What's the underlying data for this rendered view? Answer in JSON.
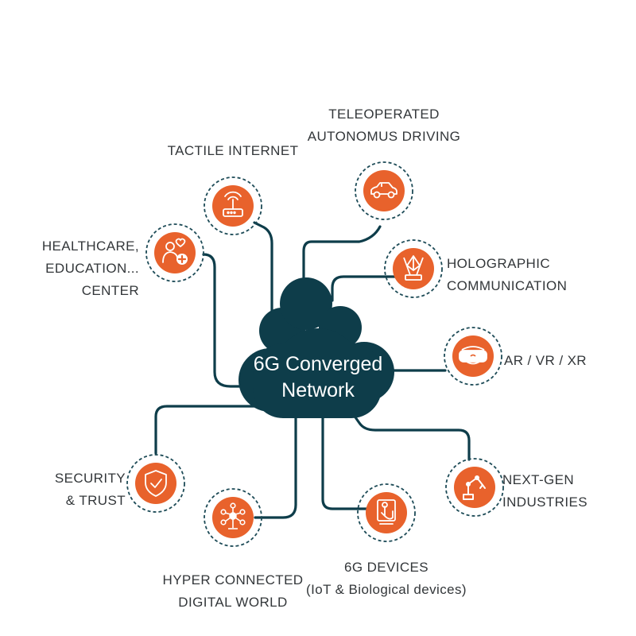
{
  "center": {
    "line1": "6G Converged",
    "line2": "Network"
  },
  "nodes": [
    {
      "id": "tactile-internet",
      "icon": "router-icon",
      "label": [
        "TACTILE INTERNET"
      ]
    },
    {
      "id": "teleoperated-driving",
      "icon": "car-icon",
      "label": [
        "TELEOPERATED",
        "AUTONOMUS DRIVING"
      ]
    },
    {
      "id": "healthcare",
      "icon": "doctor-icon",
      "label": [
        "HEALTHCARE,",
        "EDUCATION...",
        "CENTER"
      ]
    },
    {
      "id": "holographic",
      "icon": "hologram-icon",
      "label": [
        "HOLOGRAPHIC",
        "COMMUNICATION"
      ]
    },
    {
      "id": "ar-vr-xr",
      "icon": "vr-headset-icon",
      "label": [
        "AR / VR / XR"
      ]
    },
    {
      "id": "security",
      "icon": "shield-icon",
      "label": [
        "SECURITY",
        "& TRUST"
      ]
    },
    {
      "id": "next-gen",
      "icon": "robot-arm-icon",
      "label": [
        "NEXT-GEN",
        "INDUSTRIES"
      ]
    },
    {
      "id": "hyper-connected",
      "icon": "network-hub-icon",
      "label": [
        "HYPER CONNECTED",
        "DIGITAL WORLD"
      ]
    },
    {
      "id": "devices",
      "icon": "touch-device-icon",
      "label": [
        "6G DEVICES",
        "(IoT & Biological devices)"
      ]
    }
  ],
  "colors": {
    "cloud": "#0e3d4a",
    "node": "#e8622c",
    "ring": "#1d4b57",
    "text": "#33373a",
    "connector": "#0e3d4a"
  }
}
